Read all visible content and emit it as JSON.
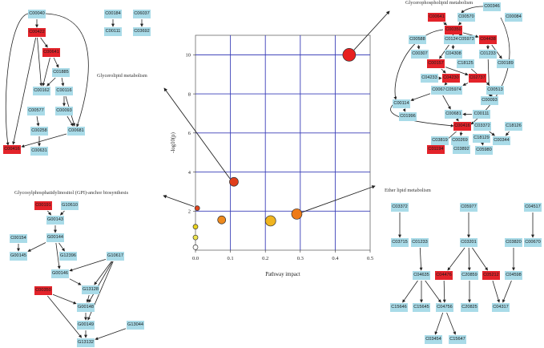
{
  "panels": [
    {
      "id": "glycerolipid",
      "title": "Glycerolipid metabolism",
      "nodes": [
        {
          "id": "a1",
          "label": "C00040"
        },
        {
          "id": "a2",
          "label": "C00422",
          "highlight": true
        },
        {
          "id": "a3",
          "label": "C00641",
          "highlight": true
        },
        {
          "id": "a4",
          "label": "C01885"
        },
        {
          "id": "a5",
          "label": "C00162"
        },
        {
          "id": "a6",
          "label": "C00116"
        },
        {
          "id": "a7",
          "label": "C00577"
        },
        {
          "id": "a8",
          "label": "C00093"
        },
        {
          "id": "a9",
          "label": "C00258"
        },
        {
          "id": "a10",
          "label": "C00681"
        },
        {
          "id": "a11",
          "label": "C00416",
          "highlight": true
        },
        {
          "id": "a12",
          "label": "C00631"
        },
        {
          "id": "a13",
          "label": "C00184"
        },
        {
          "id": "a14",
          "label": "C00111"
        },
        {
          "id": "a15",
          "label": "C06037"
        },
        {
          "id": "a16",
          "label": "C03692"
        }
      ]
    },
    {
      "id": "gpi",
      "title": "Glycosylphosphatidylinositol (GPI)-anchor biosynthesis",
      "nodes": [
        {
          "id": "b1",
          "label": "C00191",
          "highlight": true
        },
        {
          "id": "b2",
          "label": "G10610"
        },
        {
          "id": "b3",
          "label": "G00143"
        },
        {
          "id": "b4",
          "label": "C00154"
        },
        {
          "id": "b5",
          "label": "G00144"
        },
        {
          "id": "b6",
          "label": "G00145"
        },
        {
          "id": "b7",
          "label": "G12396"
        },
        {
          "id": "b8",
          "label": "G10617"
        },
        {
          "id": "b9",
          "label": "G00146"
        },
        {
          "id": "b10",
          "label": "C00350",
          "highlight": true
        },
        {
          "id": "b11",
          "label": "G13128"
        },
        {
          "id": "b12",
          "label": "G00148"
        },
        {
          "id": "b13",
          "label": "G00149"
        },
        {
          "id": "b14",
          "label": "G13044"
        },
        {
          "id": "b15",
          "label": "G13132"
        }
      ]
    },
    {
      "id": "glycerophospholipid",
      "title": "Glycerophospholipid metabolism",
      "nodes": [
        {
          "id": "c1",
          "label": "C00641",
          "highlight": true
        },
        {
          "id": "c2",
          "label": "C00346"
        },
        {
          "id": "c3",
          "label": "C00084"
        },
        {
          "id": "c4",
          "label": "C00570"
        },
        {
          "id": "c5",
          "label": "C00350",
          "highlight": true
        },
        {
          "id": "c6",
          "label": "C00588"
        },
        {
          "id": "c7",
          "label": "C01241"
        },
        {
          "id": "c8",
          "label": "C05973"
        },
        {
          "id": "c9",
          "label": "C04438",
          "highlight": true
        },
        {
          "id": "c10",
          "label": "C00307"
        },
        {
          "id": "c11",
          "label": "C04308"
        },
        {
          "id": "c12",
          "label": "C01233"
        },
        {
          "id": "c13",
          "label": "C00189"
        },
        {
          "id": "c14",
          "label": "C00157",
          "highlight": true
        },
        {
          "id": "c15",
          "label": "C18125"
        },
        {
          "id": "c16",
          "label": "C04233"
        },
        {
          "id": "c17",
          "label": "C04230",
          "highlight": true
        },
        {
          "id": "c18",
          "label": "C02737",
          "highlight": true
        },
        {
          "id": "c19",
          "label": "C00670"
        },
        {
          "id": "c20",
          "label": "C05974"
        },
        {
          "id": "c21",
          "label": "C00513"
        },
        {
          "id": "c22",
          "label": "C00114"
        },
        {
          "id": "c23",
          "label": "C00093"
        },
        {
          "id": "c24",
          "label": "C00681"
        },
        {
          "id": "c25",
          "label": "C00111"
        },
        {
          "id": "c26",
          "label": "C01996"
        },
        {
          "id": "c27",
          "label": "C00416",
          "highlight": true
        },
        {
          "id": "c28",
          "label": "C03372"
        },
        {
          "id": "c29",
          "label": "C18126"
        },
        {
          "id": "c30",
          "label": "C03819"
        },
        {
          "id": "c31",
          "label": "C00269"
        },
        {
          "id": "c32",
          "label": "C18129"
        },
        {
          "id": "c33",
          "label": "C00344"
        },
        {
          "id": "c34",
          "label": "C01194",
          "highlight": true
        },
        {
          "id": "c35",
          "label": "C03892"
        },
        {
          "id": "c36",
          "label": "C05980"
        }
      ]
    },
    {
      "id": "ether",
      "title": "Ether lipid metabolism",
      "nodes": [
        {
          "id": "d1",
          "label": "C03372"
        },
        {
          "id": "d2",
          "label": "C05977"
        },
        {
          "id": "d3",
          "label": "C04517"
        },
        {
          "id": "d4",
          "label": "C03715"
        },
        {
          "id": "d5",
          "label": "C01233"
        },
        {
          "id": "d6",
          "label": "C03201"
        },
        {
          "id": "d7",
          "label": "C03820"
        },
        {
          "id": "d8",
          "label": "C00670"
        },
        {
          "id": "d9",
          "label": "C04635"
        },
        {
          "id": "d10",
          "label": "C04476",
          "highlight": true
        },
        {
          "id": "d11",
          "label": "C20859"
        },
        {
          "id": "d12",
          "label": "C05212",
          "highlight": true
        },
        {
          "id": "d13",
          "label": "C04598"
        },
        {
          "id": "d14",
          "label": "C15646"
        },
        {
          "id": "d15",
          "label": "C15645"
        },
        {
          "id": "d16",
          "label": "C04756"
        },
        {
          "id": "d17",
          "label": "C20825"
        },
        {
          "id": "d18",
          "label": "C04317"
        },
        {
          "id": "d19",
          "label": "C03454"
        },
        {
          "id": "d20",
          "label": "C15647"
        }
      ]
    }
  ],
  "chart_data": {
    "type": "scatter",
    "xlabel": "Pathway impact",
    "ylabel": "-log10(p)",
    "xlim": [
      0,
      0.5
    ],
    "ylim": [
      0,
      11
    ],
    "xticks": [
      "0.0",
      "0.1",
      "0.2",
      "0.3",
      "0.4",
      "0.5"
    ],
    "yticks": [
      "2",
      "4",
      "6",
      "8",
      "10"
    ],
    "points": [
      {
        "x": 0.44,
        "y": 10.0,
        "size": 16,
        "color": "#e82020"
      },
      {
        "x": 0.11,
        "y": 3.5,
        "size": 11,
        "color": "#e03e1c"
      },
      {
        "x": 0.29,
        "y": 1.85,
        "size": 13,
        "color": "#ee7a18"
      },
      {
        "x": 0.215,
        "y": 1.5,
        "size": 13,
        "color": "#f0b420"
      },
      {
        "x": 0.075,
        "y": 1.55,
        "size": 10,
        "color": "#ee8a1e"
      },
      {
        "x": 0.005,
        "y": 2.15,
        "size": 6,
        "color": "#e2441c"
      },
      {
        "x": 0.0,
        "y": 1.2,
        "size": 6,
        "color": "#ead21e"
      },
      {
        "x": 0.0,
        "y": 0.65,
        "size": 6,
        "color": "#eee44e"
      },
      {
        "x": 0.0,
        "y": 0.15,
        "size": 6,
        "color": "#ffffff"
      }
    ]
  }
}
